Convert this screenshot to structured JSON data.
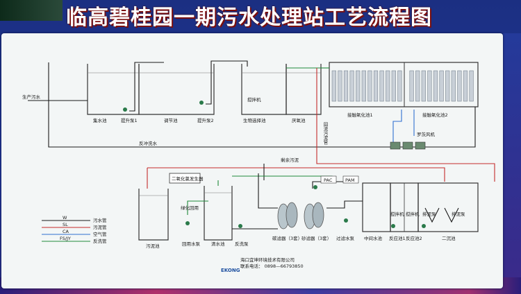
{
  "title": "临高碧桂园一期污水处理站工艺流程图",
  "labels": {
    "inlet": "生产污水",
    "collect": "集水池",
    "lift1": "提升泵1",
    "regulate": "调节池",
    "lift2": "提升泵2",
    "mixer": "搅拌机",
    "bio_select": "生物选择池",
    "anoxic": "厌氧池",
    "contact1": "接触氧化池1",
    "contact2": "接触氧化池2",
    "blower": "罗茨风机",
    "return_sludge": "回流污泥管",
    "backwash": "反冲洗水",
    "excess_sludge": "剩余污泥",
    "chlorine_gen": "二氧化氯发生器",
    "pac": "PAC",
    "pam": "PAM",
    "sludge_tank": "污泥池",
    "greening": "绿化回用",
    "reuse_pump": "回用水泵",
    "clear_pool": "清水池",
    "backwash_pump": "反洗泵",
    "carbon_filter": "碳滤器（3套）",
    "sand_filter": "砂滤器（3套）",
    "filter_pump": "过滤水泵",
    "middle_pool": "中间水池",
    "reaction1": "反应池1",
    "reaction2": "反应池2",
    "mixer2": "搅拌机",
    "mixer3": "搅拌机",
    "sludge_pump1": "排泥泵",
    "sludge_pump2": "排泥泵",
    "secondary": "二沉池"
  },
  "legend": [
    {
      "code": "W",
      "name": "污水管",
      "color": "#1a1a1a"
    },
    {
      "code": "SL",
      "name": "污泥管",
      "color": "#c42a2a"
    },
    {
      "code": "CA",
      "name": "空气管",
      "color": "#2f6fd0"
    },
    {
      "code": "FS/JY",
      "name": "反洗管",
      "color": "#1f8a3a"
    }
  ],
  "company": {
    "name": "海口宜坤环境技术有限公司",
    "phone": "联系电话：  0898—66793850",
    "logo": "EKONG"
  }
}
